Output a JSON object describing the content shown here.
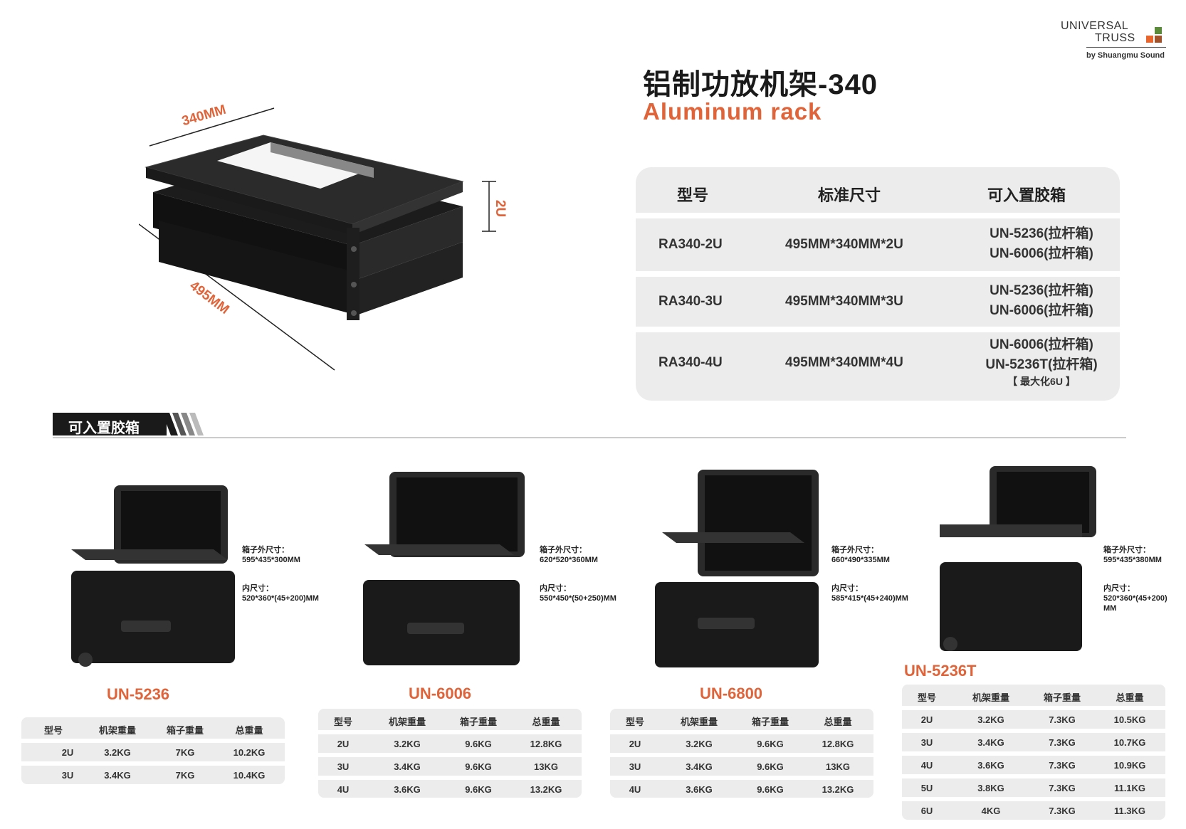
{
  "logo": {
    "line1": "UNIVERSAL",
    "line2": "TRUSS",
    "line3": "by Shuangmu Sound"
  },
  "title": {
    "cn": "铝制功放机架-340",
    "en": "Aluminum  rack"
  },
  "dimensions": {
    "width": "340MM",
    "depth": "495MM",
    "height": "2U"
  },
  "spec_table": {
    "headers": [
      "型号",
      "标准尺寸",
      "可入置胶箱"
    ],
    "rows": [
      {
        "model": "RA340-2U",
        "size": "495MM*340MM*2U",
        "cases": [
          "UN-5236(拉杆箱)",
          "UN-6006(拉杆箱)"
        ]
      },
      {
        "model": "RA340-3U",
        "size": "495MM*340MM*3U",
        "cases": [
          "UN-5236(拉杆箱)",
          "UN-6006(拉杆箱)"
        ]
      },
      {
        "model": "RA340-4U",
        "size": "495MM*340MM*4U",
        "cases": [
          "UN-6006(拉杆箱)",
          "UN-5236T(拉杆箱)"
        ],
        "note": "【 最大化6U 】"
      }
    ]
  },
  "section": {
    "title": "可入置胶箱"
  },
  "products": [
    {
      "name": "UN-5236",
      "outer_label": "箱子外尺寸：",
      "outer": "595*435*300MM",
      "inner_label": "内尺寸：",
      "inner": "520*360*(45+200)MM",
      "table": {
        "headers": [
          "型号",
          "机架重量",
          "箱子重量",
          "总重量"
        ],
        "rows": [
          [
            "2U",
            "3.2KG",
            "7KG",
            "10.2KG"
          ],
          [
            "3U",
            "3.4KG",
            "7KG",
            "10.4KG"
          ]
        ]
      }
    },
    {
      "name": "UN-6006",
      "outer_label": "箱子外尺寸：",
      "outer": "620*520*360MM",
      "inner_label": "内尺寸：",
      "inner": "550*450*(50+250)MM",
      "table": {
        "headers": [
          "型号",
          "机架重量",
          "箱子重量",
          "总重量"
        ],
        "rows": [
          [
            "2U",
            "3.2KG",
            "9.6KG",
            "12.8KG"
          ],
          [
            "3U",
            "3.4KG",
            "9.6KG",
            "13KG"
          ],
          [
            "4U",
            "3.6KG",
            "9.6KG",
            "13.2KG"
          ]
        ]
      }
    },
    {
      "name": "UN-6800",
      "outer_label": "箱子外尺寸：",
      "outer": "660*490*335MM",
      "inner_label": "内尺寸：",
      "inner": "585*415*(45+240)MM",
      "table": {
        "headers": [
          "型号",
          "机架重量",
          "箱子重量",
          "总重量"
        ],
        "rows": [
          [
            "2U",
            "3.2KG",
            "9.6KG",
            "12.8KG"
          ],
          [
            "3U",
            "3.4KG",
            "9.6KG",
            "13KG"
          ],
          [
            "4U",
            "3.6KG",
            "9.6KG",
            "13.2KG"
          ]
        ]
      }
    },
    {
      "name": "UN-5236T",
      "outer_label": "箱子外尺寸：",
      "outer": "595*435*380MM",
      "inner_label": "内尺寸：",
      "inner": "520*360*(45+200)",
      "inner_unit": "MM",
      "table": {
        "headers": [
          "型号",
          "机架重量",
          "箱子重量",
          "总重量"
        ],
        "rows": [
          [
            "2U",
            "3.2KG",
            "7.3KG",
            "10.5KG"
          ],
          [
            "3U",
            "3.4KG",
            "7.3KG",
            "10.7KG"
          ],
          [
            "4U",
            "3.6KG",
            "7.3KG",
            "10.9KG"
          ],
          [
            "5U",
            "3.8KG",
            "7.3KG",
            "11.1KG"
          ],
          [
            "6U",
            "4KG",
            "7.3KG",
            "11.3KG"
          ]
        ]
      }
    }
  ],
  "colors": {
    "accent": "#e0643a",
    "table_bg": "#ececec",
    "dark": "#1a1a1a"
  }
}
